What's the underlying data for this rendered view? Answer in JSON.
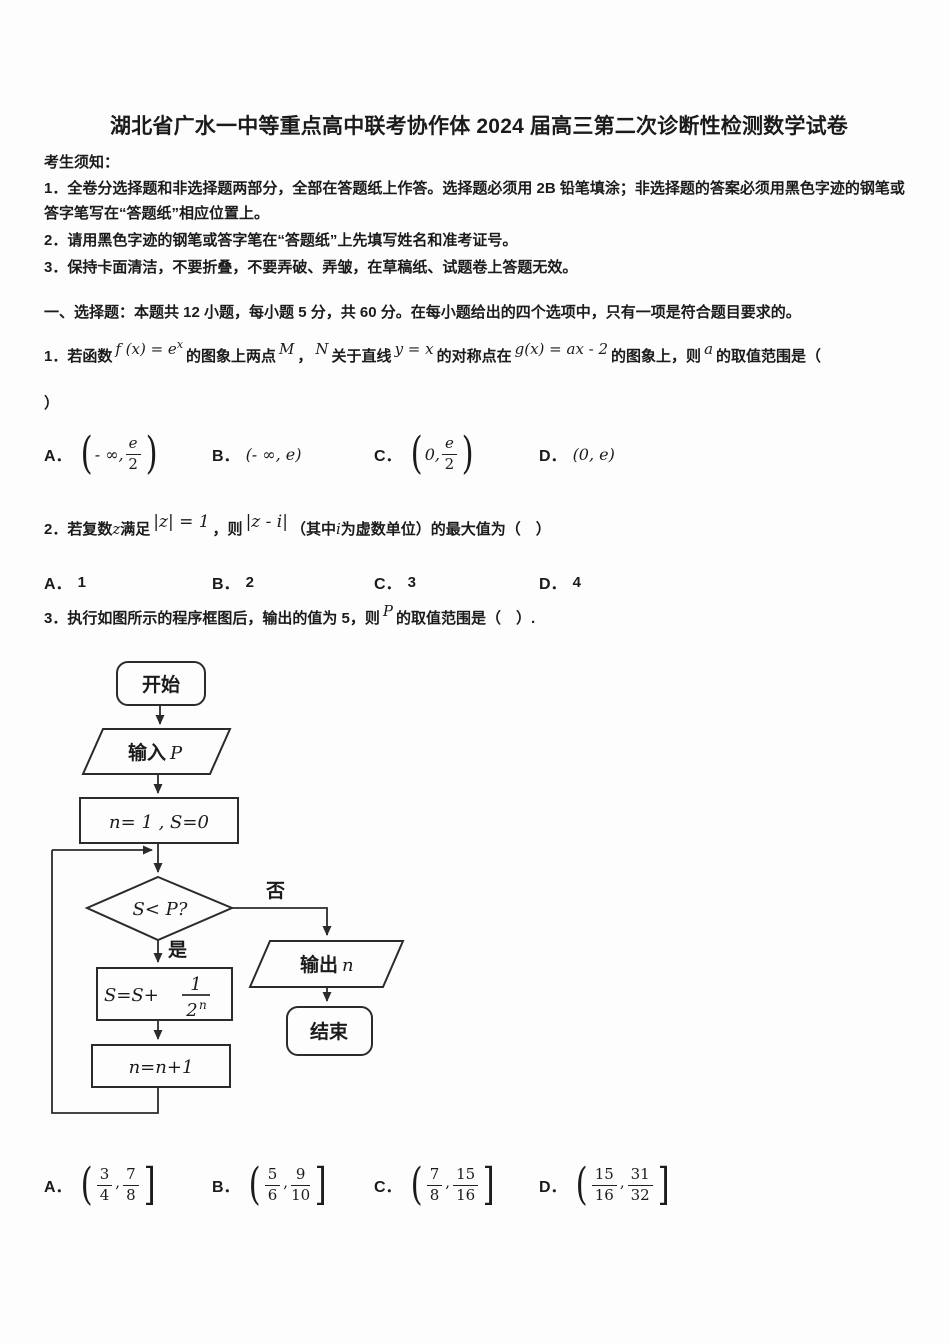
{
  "title": "湖北省广水一中等重点高中联考协作体 2024 届高三第二次诊断性检测数学试卷",
  "notice": {
    "heading": "考生须知：",
    "item1": "1．全卷分选择题和非选择题两部分，全部在答题纸上作答。选择题必须用 2B 铅笔填涂；非选择题的答案必须用黑色字迹的钢笔或答字笔写在“答题纸”相应位置上。",
    "item2": "2．请用黑色字迹的钢笔或答字笔在“答题纸”上先填写姓名和准考证号。",
    "item3": "3．保持卡面清洁，不要折叠，不要弄破、弄皱，在草稿纸、试题卷上答题无效。"
  },
  "section1_heading": "一、选择题：本题共 12 小题，每小题 5 分，共 60 分。在每小题给出的四个选项中，只有一项是符合题目要求的。",
  "q1": {
    "seg1": "1．若函数",
    "m1": "f (x) = e",
    "m1sup": "x",
    "seg2": "的图象上两点",
    "m2": "M",
    "seg3": "，",
    "m3": "N",
    "seg4": "关于直线",
    "m4": "y = x",
    "seg5": "的对称点在",
    "m5": "g(x) = ax - 2",
    "seg6": "的图象上，则",
    "m6": "a",
    "seg7": "的取值范围是（",
    "close_paren": "）",
    "options": [
      {
        "label": "A．",
        "open": "(",
        "pre": "- ∞,",
        "num": "e",
        "den": "2",
        "close": ")"
      },
      {
        "label": "B．",
        "text": "(- ∞, e)"
      },
      {
        "label": "C．",
        "open": "(",
        "pre": "0,",
        "num": "e",
        "den": "2",
        "close": ")"
      },
      {
        "label": "D．",
        "text": "(0, e)"
      }
    ]
  },
  "q2": {
    "seg1": "2．若复数",
    "m1": "z",
    "seg2": "满足",
    "m2": "|z| = 1",
    "seg3": "，则",
    "m3": "|z - i|",
    "seg4": "（其中",
    "m4": "i",
    "seg5": "为虚数单位）的最大值为（　）",
    "options": [
      {
        "label": "A．",
        "value": "1"
      },
      {
        "label": "B．",
        "value": "2"
      },
      {
        "label": "C．",
        "value": "3"
      },
      {
        "label": "D．",
        "value": "4"
      }
    ]
  },
  "q3": {
    "seg1": "3．执行如图所示的程序框图后，输出的值为 5，则",
    "m1": "P",
    "seg2": "的取值范围是（　）.",
    "open": "(",
    "comma": ",",
    "close": "]",
    "options": [
      {
        "label": "A．",
        "f1n": "3",
        "f1d": "4",
        "f2n": "7",
        "f2d": "8"
      },
      {
        "label": "B．",
        "f1n": "5",
        "f1d": "6",
        "f2n": "9",
        "f2d": "10"
      },
      {
        "label": "C．",
        "f1n": "7",
        "f1d": "8",
        "f2n": "15",
        "f2d": "16"
      },
      {
        "label": "D．",
        "f1n": "15",
        "f1d": "16",
        "f2n": "31",
        "f2d": "32"
      }
    ]
  },
  "flowchart": {
    "start": "开始",
    "input_label": "输入",
    "input_var": "P",
    "init": "n= 1 ,  S=0",
    "cond": "S< P?",
    "no": "否",
    "yes": "是",
    "assign_pre": "S=S+",
    "frac_num": "1",
    "frac_den": "2",
    "frac_sup": "n",
    "inc": "n=n+1",
    "output_label": "输出",
    "output_var": "n",
    "end": "结束"
  }
}
